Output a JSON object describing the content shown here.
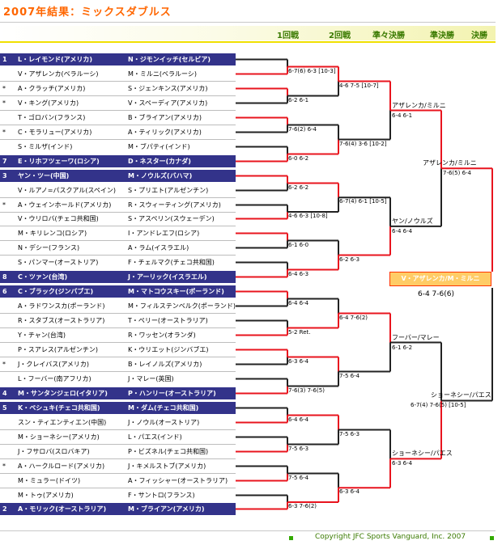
{
  "title": "2007年結果：ミックスダブルス",
  "rounds": [
    "1回戦",
    "2回戦",
    "準々決勝",
    "準決勝",
    "決勝"
  ],
  "rows": [
    {
      "seed": "1",
      "star": "",
      "p1": "L・レイモンド(アメリカ)",
      "p2": "N・ジモンイッチ(セルビア)",
      "seeded": true
    },
    {
      "seed": "",
      "star": "",
      "p1": "V・アザレンカ(ベラルーシ)",
      "p2": "M・ミルニ(ベラルーシ)",
      "seeded": false
    },
    {
      "seed": "",
      "star": "*",
      "p1": "A・クラッチ(アメリカ)",
      "p2": "S・ジェンキンス(アメリカ)",
      "seeded": false
    },
    {
      "seed": "",
      "star": "*",
      "p1": "V・キング(アメリカ)",
      "p2": "V・スペーディア(アメリカ)",
      "seeded": false
    },
    {
      "seed": "",
      "star": "",
      "p1": "T・ゴロバン(フランス)",
      "p2": "B・ブライアン(アメリカ)",
      "seeded": false
    },
    {
      "seed": "",
      "star": "*",
      "p1": "C・モラリュー(アメリカ)",
      "p2": "A・ティリック(アメリカ)",
      "seeded": false
    },
    {
      "seed": "",
      "star": "",
      "p1": "S・ミルザ(インド)",
      "p2": "M・ブパティ(インド)",
      "seeded": false
    },
    {
      "seed": "7",
      "star": "",
      "p1": "E・リホフツェーワ(ロシア)",
      "p2": "D・ネスター(カナダ)",
      "seeded": true
    },
    {
      "seed": "3",
      "star": "",
      "p1": "ヤン・ツー(中国)",
      "p2": "M・ノウルズ(バハマ)",
      "seeded": true
    },
    {
      "seed": "",
      "star": "",
      "p1": "V・ルアノ=パスクアル(スペイン)",
      "p2": "S・プリエト(アルゼンチン)",
      "seeded": false
    },
    {
      "seed": "",
      "star": "*",
      "p1": "A・ウェインホールド(アメリカ)",
      "p2": "R・スウィーティング(アメリカ)",
      "seeded": false
    },
    {
      "seed": "",
      "star": "",
      "p1": "V・ウリロバ(チェコ共和国)",
      "p2": "S・アスペリン(スウェーデン)",
      "seeded": false
    },
    {
      "seed": "",
      "star": "",
      "p1": "M・キリレンコ(ロシア)",
      "p2": "I・アンドレエフ(ロシア)",
      "seeded": false
    },
    {
      "seed": "",
      "star": "",
      "p1": "N・デシー(フランス)",
      "p2": "A・ラム(イスラエル)",
      "seeded": false
    },
    {
      "seed": "",
      "star": "",
      "p1": "S・パンマー(オーストリア)",
      "p2": "F・チェルマク(チェコ共和国)",
      "seeded": false
    },
    {
      "seed": "8",
      "star": "",
      "p1": "C・ツァン(台湾)",
      "p2": "J・アーリック(イスラエル)",
      "seeded": true
    },
    {
      "seed": "6",
      "star": "",
      "p1": "C・ブラック(ジンバブエ)",
      "p2": "M・マトコウスキー(ポーランド)",
      "seeded": true
    },
    {
      "seed": "",
      "star": "",
      "p1": "A・ラドワンスカ(ポーランド)",
      "p2": "M・フィルステンベルク(ポーランド)",
      "seeded": false
    },
    {
      "seed": "",
      "star": "",
      "p1": "R・スタブス(オーストラリア)",
      "p2": "T・ペリー(オーストラリア)",
      "seeded": false
    },
    {
      "seed": "",
      "star": "",
      "p1": "Y・チャン(台湾)",
      "p2": "R・ワッセン(オランダ)",
      "seeded": false
    },
    {
      "seed": "",
      "star": "",
      "p1": "P・スアレス(アルゼンチン)",
      "p2": "K・ウリエット(ジンバブエ)",
      "seeded": false
    },
    {
      "seed": "",
      "star": "*",
      "p1": "J・クレイバス(アメリカ)",
      "p2": "B・レイノルズ(アメリカ)",
      "seeded": false
    },
    {
      "seed": "",
      "star": "",
      "p1": "L・フーバー(南アフリカ)",
      "p2": "J・マレー(英国)",
      "seeded": false
    },
    {
      "seed": "4",
      "star": "",
      "p1": "M・サンタンジェロ(イタリア)",
      "p2": "P・ハンリー(オーストラリア)",
      "seeded": true
    },
    {
      "seed": "5",
      "star": "",
      "p1": "K・ペシュキ(チェコ共和国)",
      "p2": "M・ダム(チェコ共和国)",
      "seeded": true
    },
    {
      "seed": "",
      "star": "",
      "p1": "スン・ティエンティエン(中国)",
      "p2": "J・ノウル(オーストリア)",
      "seeded": false
    },
    {
      "seed": "",
      "star": "",
      "p1": "M・ショーネシー(アメリカ)",
      "p2": "L・パエス(インド)",
      "seeded": false
    },
    {
      "seed": "",
      "star": "",
      "p1": "J・フサロバ(スロバキア)",
      "p2": "P・ビズネル(チェコ共和国)",
      "seeded": false
    },
    {
      "seed": "",
      "star": "*",
      "p1": "A・ハークルロード(アメリカ)",
      "p2": "J・キメルストブ(アメリカ)",
      "seeded": false
    },
    {
      "seed": "",
      "star": "",
      "p1": "M・ミュラー(ドイツ)",
      "p2": "A・フィッシャー(オーストラリア)",
      "seeded": false
    },
    {
      "seed": "",
      "star": "",
      "p1": "M・トゥ(アメリカ)",
      "p2": "F・サントロ(フランス)",
      "seeded": false
    },
    {
      "seed": "2",
      "star": "",
      "p1": "A・モリック(オーストラリア)",
      "p2": "M・ブライアン(アメリカ)",
      "seeded": true
    }
  ],
  "r1_scores": [
    "6-7(6) 6-3 [10-3]",
    "6-2 6-1",
    "7-6(2) 6-4",
    "6-0 6-2",
    "6-2 6-2",
    "4-6 6-3 [10-8]",
    "6-1 6-0",
    "6-4 6-3",
    "6-4 6-4",
    "5-2 Ret.",
    "6-3 6-4",
    "7-6(3) 7-6(5)",
    "6-4 6-4",
    "7-5 6-3",
    "7-5 6-4",
    "6-3 7-6(2)"
  ],
  "r2_scores": [
    "4-6 7-5 [10-7]",
    "7-6(4) 3-6 [10-2]",
    "6-7(4) 6-1 [10-5]",
    "6-2 6-3",
    "6-4 7-6(2)",
    "7-5 6-4",
    "7-5 6-3",
    "6-3 6-4"
  ],
  "qf_winners": [
    "アザレンカ/ミルニ",
    "ヤン/ノウルズ",
    "フーバー/マレー",
    "ショーネシー/パエス"
  ],
  "qf_scores": [
    "6-4 6-1",
    "6-4 6-4",
    "6-1 6-2",
    "6-3 6-4"
  ],
  "sf_winners": [
    "アザレンカ/ミルニ",
    "ショーネシー/パエス"
  ],
  "sf_scores": [
    "7-6(5) 6-4",
    "6-7(4) 7-6(5) [10-5]"
  ],
  "champion": "V・アザレンカ/M・ミルニ",
  "final_score": "6-4  7-6(6)",
  "copyright": "Copyright  JFC Sports Vanguard, Inc. 2007",
  "colors": {
    "seed_bg": "#33338a",
    "line": "#e8141e",
    "title": "#ff6600",
    "green": "#3a7a00"
  }
}
